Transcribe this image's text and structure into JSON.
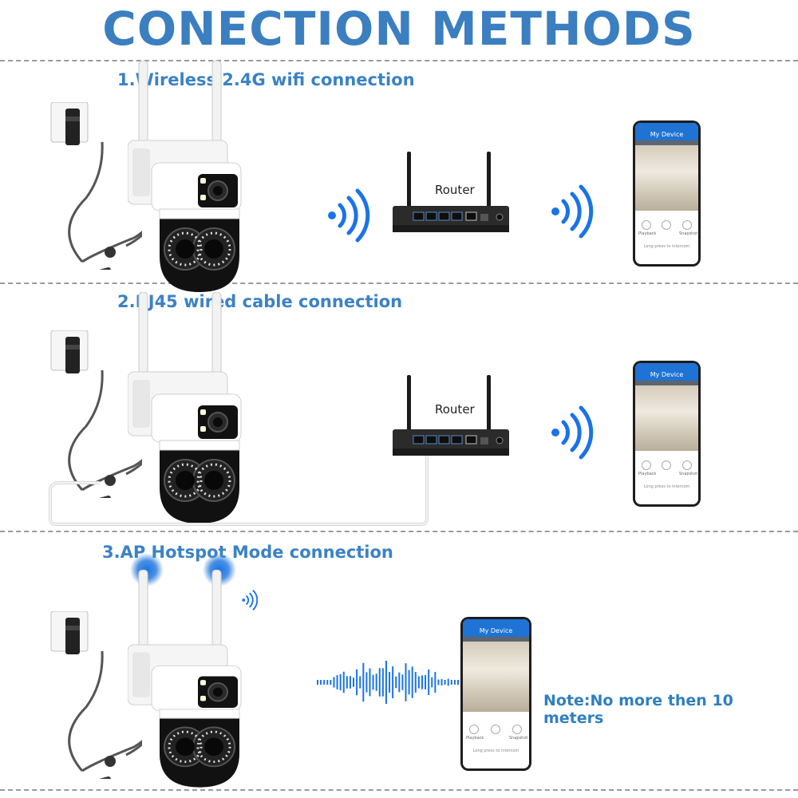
{
  "title": "CONECTION METHODS",
  "sections": [
    {
      "heading": "1.Wireless 2.4G wifi connection",
      "router_label": "Router"
    },
    {
      "heading": "2.RJ45 wired cable connection",
      "router_label": "Router"
    },
    {
      "heading": "3.AP Hotspot Mode connection",
      "note": "Note:No more then 10 meters"
    }
  ],
  "phone_app": {
    "screen_title": "My Device",
    "controls": [
      "Playback",
      "Snapshot"
    ],
    "hint": "Long press to intercom"
  },
  "colors": {
    "title": "#3b7fc0",
    "heading": "#3b82c4",
    "wifi_signal": "#1a73e8",
    "divider": "#9a9a9a",
    "app_bar": "#1e73d4"
  },
  "icons": [
    "wifi-signal-icon",
    "sound-wave-icon",
    "power-adapter-icon",
    "router-icon",
    "smartphone-icon",
    "security-camera-icon"
  ]
}
